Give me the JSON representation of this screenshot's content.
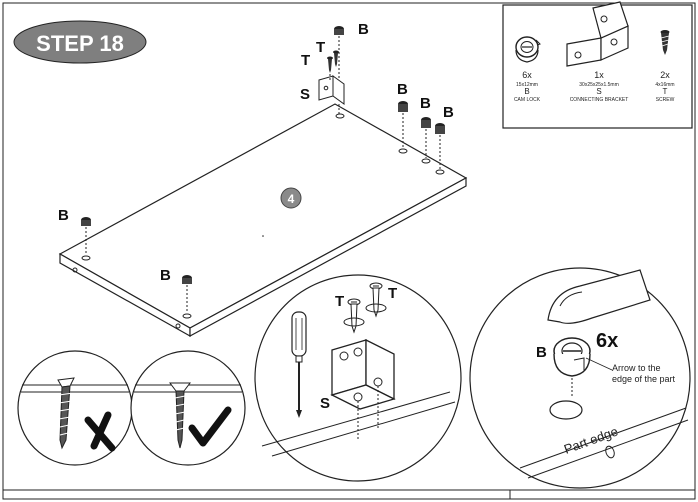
{
  "step": {
    "title": "STEP 18"
  },
  "panel": {
    "number": "4"
  },
  "parts_box": {
    "items": [
      {
        "qty": "6x",
        "size": "15x12mm",
        "letter": "B",
        "name": "CAM LOCK",
        "icon": "cam-lock-icon"
      },
      {
        "qty": "1x",
        "size": "30x25x25x1.5mm",
        "letter": "S",
        "name": "CONNECTING BRACKET",
        "icon": "connecting-bracket-icon"
      },
      {
        "qty": "2x",
        "size": "4x16mm",
        "letter": "T",
        "name": "SCREW",
        "icon": "screw-icon"
      }
    ]
  },
  "labels": {
    "cam": "B",
    "bracket": "S",
    "screw": "T"
  },
  "detail_bracket": {
    "screw_left": "T",
    "screw_right": "T",
    "bracket": "S"
  },
  "detail_cam": {
    "letter": "B",
    "qty": "6x",
    "note_line1": "Arrow to the",
    "note_line2": "edge of the part",
    "edge_label": "Part edge"
  }
}
